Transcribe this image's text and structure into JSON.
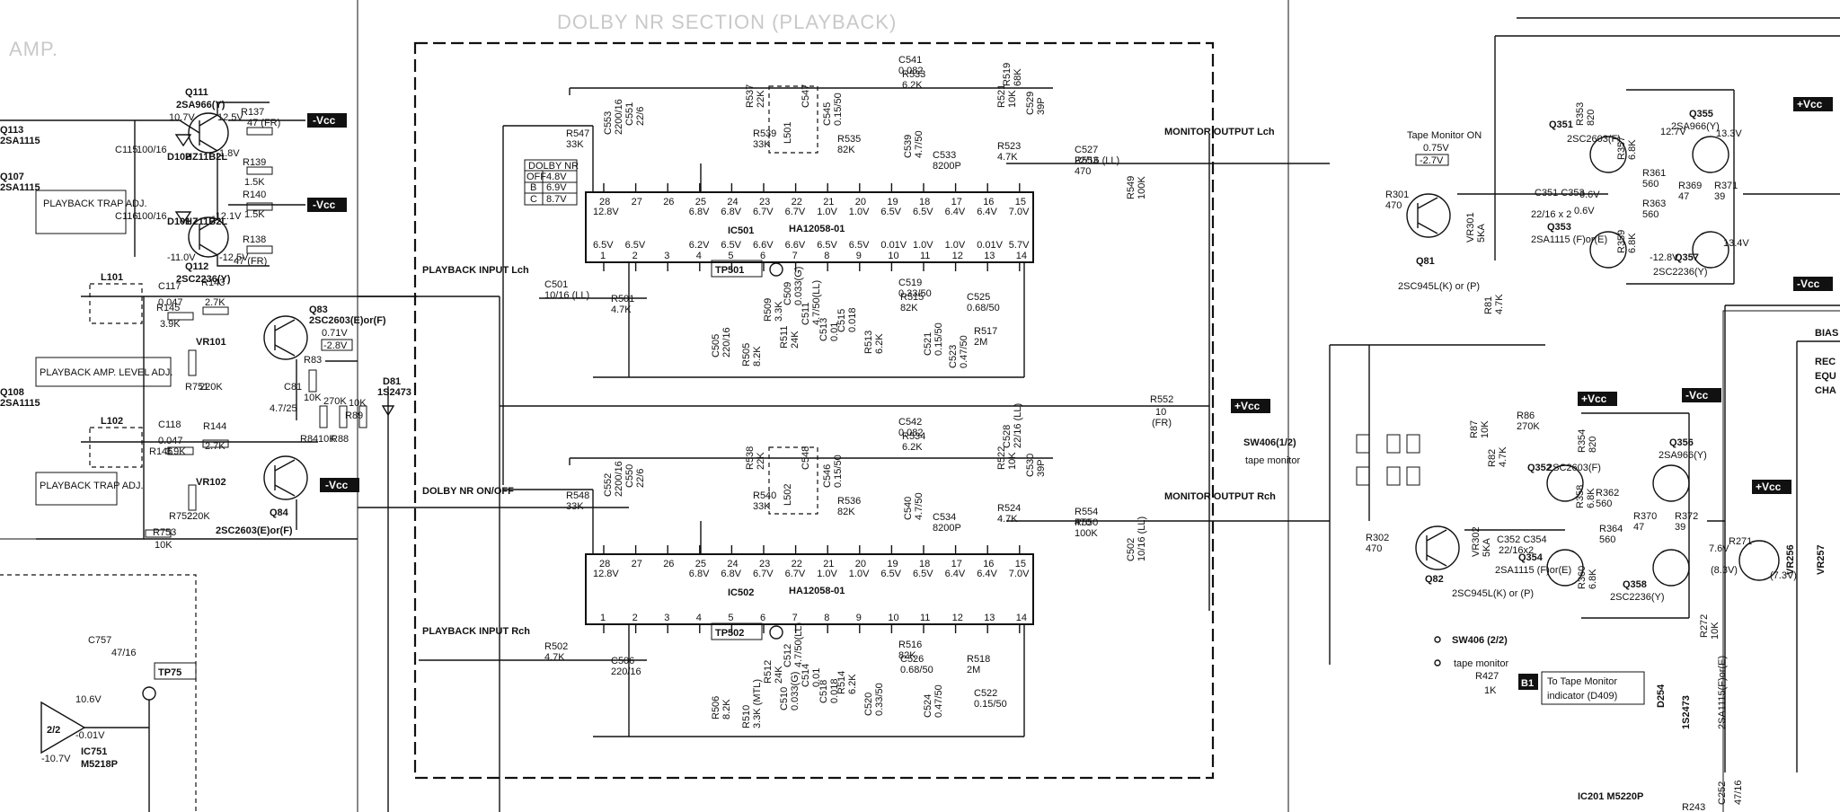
{
  "header": {
    "section_title": "DOLBY NR SECTION (PLAYBACK)",
    "left_fragment": "AMP."
  },
  "left_section": {
    "transistors": [
      {
        "ref": "Q111",
        "part": "2SA966(Y)"
      },
      {
        "ref": "Q112",
        "part": "2SC2236(Y)"
      },
      {
        "ref": "Q83",
        "part": "2SC2603(E)or(F)"
      },
      {
        "ref": "Q84",
        "part": "2SC2603(E)or(F)"
      },
      {
        "ref": "Q113",
        "part": "2SA1115"
      },
      {
        "ref": "Q107",
        "part": "2SA1115"
      },
      {
        "ref": "Q108",
        "part": "2SA1115"
      }
    ],
    "labels": {
      "playback_trap_adj": "PLAYBACK TRAP ADJ.",
      "playback_trap_adj2": "PLAYBACK TRAP ADJ.",
      "playback_amp_level_adj": "PLAYBACK AMP. LEVEL ADJ.",
      "l101": "L101",
      "l102": "L102",
      "d81": "D81",
      "d81_part": "1S2473",
      "d101": "D101",
      "d102": "D102",
      "d_part": "HZ11B2L",
      "vr101": "VR101",
      "vr102": "VR102",
      "ic751": "IC751",
      "ic751_part": "M5218P",
      "ic751_unit": "2/2",
      "tp75": "TP75"
    },
    "resistors": [
      {
        "ref": "R137",
        "val": "47 (FR)"
      },
      {
        "ref": "R139",
        "val": "1.5K"
      },
      {
        "ref": "R140",
        "val": "1.5K"
      },
      {
        "ref": "R138",
        "val": "47 (FR)"
      },
      {
        "ref": "R143",
        "val": "2.7K"
      },
      {
        "ref": "R145",
        "val": "3.9K"
      },
      {
        "ref": "R144",
        "val": "2.7K"
      },
      {
        "ref": "R146",
        "val": "3.9K"
      },
      {
        "ref": "R751",
        "val": "220K"
      },
      {
        "ref": "R752",
        "val": "220K"
      },
      {
        "ref": "R753",
        "val": "10K"
      },
      {
        "ref": "R83",
        "val": "10K"
      },
      {
        "ref": "R84",
        "val": "10K"
      },
      {
        "ref": "R88",
        "val": "270K"
      },
      {
        "ref": "R89",
        "val": "10K"
      }
    ],
    "capacitors": [
      {
        "ref": "C115",
        "val": "100/16"
      },
      {
        "ref": "C116",
        "val": "100/16"
      },
      {
        "ref": "C117",
        "val": "0.047"
      },
      {
        "ref": "C118",
        "val": "0.047"
      },
      {
        "ref": "C81",
        "val": "4.7/25"
      },
      {
        "ref": "C757",
        "val": "47/16"
      }
    ],
    "voltages": [
      "10.7V",
      "12.5V",
      "1.8V",
      "-12.1V",
      "-11.0V",
      "-12.5V",
      "0.71V",
      "-2.8V",
      "10.6V",
      "-0.01V",
      "-10.7V"
    ],
    "power": [
      "-Vcc",
      "-Vcc",
      "-Vcc"
    ]
  },
  "center_section": {
    "ic501": {
      "ref": "IC501",
      "part": "HA12058-01"
    },
    "ic502": {
      "ref": "IC502",
      "part": "HA12058-01"
    },
    "tp501": "TP501",
    "tp502": "TP502",
    "dolby_table": {
      "header": "DOLBY NR",
      "rows": [
        {
          "mode": "OFF",
          "v": "4.8V"
        },
        {
          "mode": "B",
          "v": "6.9V"
        },
        {
          "mode": "C",
          "v": "8.7V"
        }
      ]
    },
    "top_pins": [
      "28",
      "27",
      "26",
      "25",
      "24",
      "23",
      "22",
      "21",
      "20",
      "19",
      "18",
      "17",
      "16",
      "15"
    ],
    "bottom_pins": [
      "1",
      "2",
      "3",
      "4",
      "5",
      "6",
      "7",
      "8",
      "9",
      "10",
      "11",
      "12",
      "13",
      "14"
    ],
    "top_pin_volts": [
      "12.8V",
      "",
      "",
      "6.8V",
      "6.8V",
      "6.7V",
      "6.7V",
      "1.0V",
      "1.0V",
      "6.5V",
      "6.5V",
      "6.4V",
      "6.4V",
      "7.0V"
    ],
    "bottom_pin_volts": [
      "6.5V",
      "6.5V",
      "",
      "6.2V",
      "6.5V",
      "6.6V",
      "6.6V",
      "6.5V",
      "6.5V",
      "0.01V",
      "1.0V",
      "1.0V",
      "0.01V",
      "5.7V"
    ],
    "inputs": {
      "pb_input_l": "PLAYBACK INPUT Lch",
      "pb_input_r": "PLAYBACK INPUT Rch",
      "dolby_onoff": "DOLBY NR ON/OFF"
    },
    "outputs": {
      "monitor_out_l": "MONITOR OUTPUT Lch",
      "monitor_out_r": "MONITOR OUTPUT Rch"
    },
    "parts_l": [
      {
        "ref": "C541",
        "val": "0.082"
      },
      {
        "ref": "R533",
        "val": "6.2K"
      },
      {
        "ref": "C553",
        "val": "2200/16"
      },
      {
        "ref": "C551",
        "val": "22/6"
      },
      {
        "ref": "R537",
        "val": "22K"
      },
      {
        "ref": "R547",
        "val": "33K"
      },
      {
        "ref": "R539",
        "val": "33K"
      },
      {
        "ref": "L501",
        "val": ""
      },
      {
        "ref": "C547",
        "val": ""
      },
      {
        "ref": "C545",
        "val": "0.15/50"
      },
      {
        "ref": "R535",
        "val": "82K"
      },
      {
        "ref": "C539",
        "val": "4.7/50"
      },
      {
        "ref": "C533",
        "val": "8200P"
      },
      {
        "ref": "R523",
        "val": "4.7K"
      },
      {
        "ref": "C529",
        "val": "39P"
      },
      {
        "ref": "R521",
        "val": "10K"
      },
      {
        "ref": "R519",
        "val": "68K"
      },
      {
        "ref": "C527",
        "val": "22/16 (LL)"
      },
      {
        "ref": "R553",
        "val": "470"
      },
      {
        "ref": "R549",
        "val": "100K"
      },
      {
        "ref": "C501",
        "val": "10/16 (LL)"
      },
      {
        "ref": "R501",
        "val": "4.7K"
      },
      {
        "ref": "C505",
        "val": "220/16"
      },
      {
        "ref": "R505",
        "val": "8.2K"
      },
      {
        "ref": "R509",
        "val": "3.3K"
      },
      {
        "ref": "R511",
        "val": "24K"
      },
      {
        "ref": "C509",
        "val": "0.033(G)"
      },
      {
        "ref": "C511",
        "val": "4.7/50(LL)"
      },
      {
        "ref": "C513",
        "val": "0.01"
      },
      {
        "ref": "C515",
        "val": "0.018"
      },
      {
        "ref": "R513",
        "val": "6.2K"
      },
      {
        "ref": "C519",
        "val": "0.33/50"
      },
      {
        "ref": "R515",
        "val": "82K"
      },
      {
        "ref": "C525",
        "val": "0.68/50"
      },
      {
        "ref": "R517",
        "val": "2M"
      },
      {
        "ref": "C521",
        "val": "0.15/50"
      },
      {
        "ref": "C523",
        "val": "0.47/50"
      }
    ],
    "parts_r": [
      {
        "ref": "C542",
        "val": "0.082"
      },
      {
        "ref": "R534",
        "val": "6.2K"
      },
      {
        "ref": "C552",
        "val": "2200/16"
      },
      {
        "ref": "C550",
        "val": "22/6"
      },
      {
        "ref": "R538",
        "val": "22K"
      },
      {
        "ref": "R548",
        "val": "33K"
      },
      {
        "ref": "R540",
        "val": "33K"
      },
      {
        "ref": "L502",
        "val": ""
      },
      {
        "ref": "C548",
        "val": ""
      },
      {
        "ref": "C546",
        "val": "0.15/50"
      },
      {
        "ref": "R536",
        "val": "82K"
      },
      {
        "ref": "C540",
        "val": "4.7/50"
      },
      {
        "ref": "C534",
        "val": "8200P"
      },
      {
        "ref": "R524",
        "val": "4.7K"
      },
      {
        "ref": "C530",
        "val": "39P"
      },
      {
        "ref": "R522",
        "val": "10K"
      },
      {
        "ref": "C528",
        "val": "22/16 (LL)"
      },
      {
        "ref": "R554",
        "val": "470"
      },
      {
        "ref": "R550",
        "val": "100K"
      },
      {
        "ref": "C502",
        "val": "10/16 (LL)"
      },
      {
        "ref": "R502",
        "val": "4.7K"
      },
      {
        "ref": "C506",
        "val": "220/16"
      },
      {
        "ref": "R506",
        "val": "8.2K"
      },
      {
        "ref": "R510",
        "val": "3.3K (MTL)"
      },
      {
        "ref": "R512",
        "val": "24K"
      },
      {
        "ref": "C510",
        "val": "0.033(G)"
      },
      {
        "ref": "C512",
        "val": "4.7/50(LL)"
      },
      {
        "ref": "C514",
        "val": "0.01"
      },
      {
        "ref": "C518",
        "val": "0.018"
      },
      {
        "ref": "R514",
        "val": "6.2K"
      },
      {
        "ref": "C520",
        "val": "0.33/50"
      },
      {
        "ref": "R516",
        "val": "82K"
      },
      {
        "ref": "C526",
        "val": "0.68/50"
      },
      {
        "ref": "R518",
        "val": "2M"
      },
      {
        "ref": "C522",
        "val": "0.15/50"
      },
      {
        "ref": "C524",
        "val": "0.47/50"
      }
    ],
    "supply": {
      "r552": "R552",
      "r552_val": "10",
      "r552_fr": "(FR)",
      "vcc": "+Vcc"
    }
  },
  "right_section": {
    "tape_monitor_on": "Tape Monitor ON",
    "tm_volts": [
      "0.75V",
      "-2.7V"
    ],
    "sw406_a": "SW406(1/2)",
    "sw406_a_sub": "tape monitor",
    "sw406_b": "SW406 (2/2)",
    "sw406_b_sub": "tape monitor",
    "b1": "B1",
    "to_tape_monitor": "To Tape Monitor",
    "indicator": "indicator (D409)",
    "r427": "R427",
    "r427_val": "1K",
    "transistors": [
      {
        "ref": "Q81",
        "part": "2SC945L(K) or (P)"
      },
      {
        "ref": "Q82",
        "part": "2SC945L(K) or (P)"
      },
      {
        "ref": "Q351",
        "part": "2SC2603(F)"
      },
      {
        "ref": "Q352",
        "part": "2SC2603(F)"
      },
      {
        "ref": "Q353",
        "part": "2SA1115 (F)or(E)"
      },
      {
        "ref": "Q354",
        "part": "2SA1115 (F)or(E)"
      },
      {
        "ref": "Q355",
        "part": "2SA966(Y)"
      },
      {
        "ref": "Q356",
        "part": "2SA966(Y)"
      },
      {
        "ref": "Q357",
        "part": "2SC2236(Y)"
      },
      {
        "ref": "Q358",
        "part": "2SC2236(Y)"
      }
    ],
    "resistors": [
      {
        "ref": "R301",
        "val": "470"
      },
      {
        "ref": "R302",
        "val": "470"
      },
      {
        "ref": "VR301",
        "val": "5KA"
      },
      {
        "ref": "VR302",
        "val": "5KA"
      },
      {
        "ref": "R81",
        "val": "4.7K"
      },
      {
        "ref": "R82",
        "val": "4.7K"
      },
      {
        "ref": "R86",
        "val": "270K"
      },
      {
        "ref": "R87",
        "val": "10K"
      },
      {
        "ref": "R353",
        "val": "820"
      },
      {
        "ref": "R354",
        "val": "820"
      },
      {
        "ref": "R361",
        "val": "560"
      },
      {
        "ref": "R362",
        "val": "560"
      },
      {
        "ref": "R363",
        "val": "560"
      },
      {
        "ref": "R364",
        "val": "560"
      },
      {
        "ref": "R369",
        "val": "47"
      },
      {
        "ref": "R370",
        "val": "47"
      },
      {
        "ref": "R371",
        "val": "39"
      },
      {
        "ref": "R372",
        "val": "39"
      },
      {
        "ref": "R357",
        "val": "6.8K"
      },
      {
        "ref": "R358",
        "val": "6.8K"
      },
      {
        "ref": "R359",
        "val": "6.8K"
      },
      {
        "ref": "R360",
        "val": "6.8K"
      }
    ],
    "capacitors": [
      {
        "ref": "C351 C353",
        "val": "22/16 x 2"
      },
      {
        "ref": "C352 C354",
        "val": "22/16x2"
      }
    ],
    "voltages": [
      "0.6V",
      "0.6V",
      "12.7V",
      "13.3V",
      "-12.8V",
      "13.4V",
      "7.6V",
      "(8.3V)",
      "(7.3V)"
    ],
    "power": [
      "+Vcc",
      "-Vcc",
      "+Vcc",
      "-Vcc",
      "+Vcc"
    ],
    "far_right": {
      "bias": "BIAS",
      "rec": "REC",
      "equ": "EQU",
      "cha": "CHA",
      "d254": "D254",
      "d254_part": "1S2473",
      "q_part": "2SA1115(F)or(E)",
      "r272": "R272",
      "r272_val": "10K",
      "r271": "R271",
      "vr256": "VR256",
      "vr257": "VR257",
      "c252": "C252",
      "c252_val": "47/16",
      "ic201": "IC201 M5220P",
      "r243": "R243"
    }
  }
}
